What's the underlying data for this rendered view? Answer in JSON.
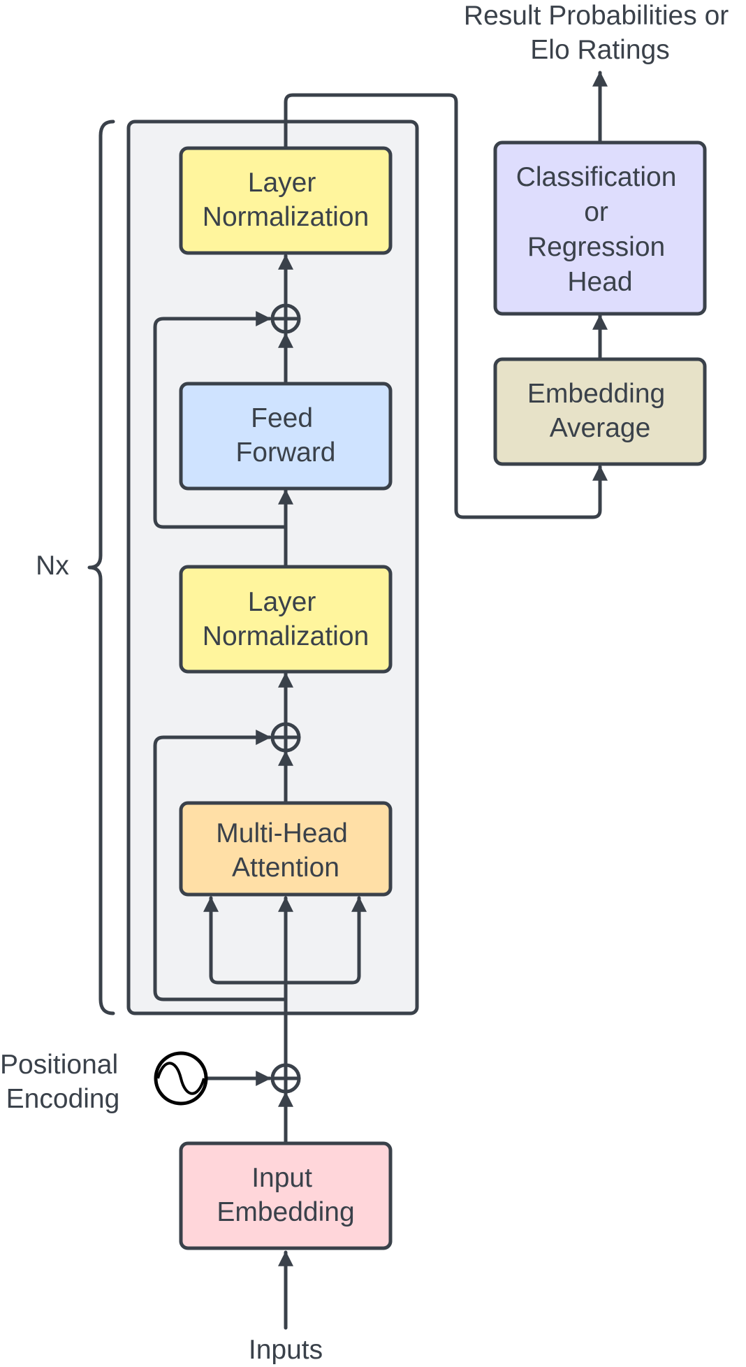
{
  "labels": {
    "output_line1": "Result Probabilities or",
    "output_line2": "Elo Ratings",
    "repeat": "Nx",
    "positional_line1": "Positional",
    "positional_line2": "Encoding",
    "inputs": "Inputs"
  },
  "blocks": {
    "layer_norm_top": [
      "Layer",
      "Normalization"
    ],
    "feed_forward": [
      "Feed",
      "Forward"
    ],
    "layer_norm_mid": [
      "Layer",
      "Normalization"
    ],
    "attention": [
      "Multi-Head",
      "Attention"
    ],
    "input_embedding": [
      "Input",
      "Embedding"
    ],
    "head": [
      "Classification",
      "or",
      "Regression",
      "Head"
    ],
    "embedding_average": [
      "Embedding",
      "Average"
    ]
  },
  "colors": {
    "stroke": "#3a414a",
    "encoder_background": "#f1f2f4",
    "layer_norm": "#fff59d",
    "feed_forward": "#cfe3ff",
    "attention": "#ffdfa6",
    "input_embedding": "#ffd6da",
    "head": "#deddfd",
    "embedding_average": "#e7e2c8"
  }
}
